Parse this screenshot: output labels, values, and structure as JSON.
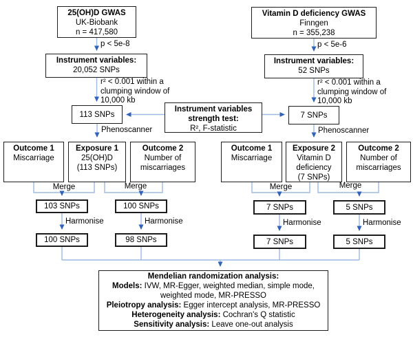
{
  "colors": {
    "connector_line": "#9db9e3",
    "arrowhead": "#3263b8",
    "box_border": "#1c1c1c",
    "background": "#ffffff",
    "text": "#000000"
  },
  "labels": {
    "merge": "Merge",
    "harmonise": "Harmonise",
    "phenoscanner": "Phenoscanner"
  },
  "left_branch": {
    "gwas_box": {
      "title": "25(OH)D GWAS",
      "line2": "UK-Biobank",
      "line3": "n = 417,580"
    },
    "p_threshold": "p < 5e-8",
    "iv_box": {
      "title": "Instrument variables:",
      "line2": "20,052 SNPs"
    },
    "clumping_note": "r² < 0.001 within a\nclumping window of\n10,000 kb",
    "clumped_box": "113 SNPs",
    "outcome1_box": {
      "title": "Outcome 1",
      "line2": "Miscarriage"
    },
    "exposure_box": {
      "title": "Exposure 1",
      "line2": "25(OH)D\n(113 SNPs)"
    },
    "outcome2_box": {
      "title": "Outcome 2",
      "line2": "Number of\nmiscarriages"
    },
    "merged1_box": "103 SNPs",
    "merged2_box": "100 SNPs",
    "harmonised1_box": "100 SNPs",
    "harmonised2_box": "98 SNPs"
  },
  "right_branch": {
    "gwas_box": {
      "title": "Vitamin D deficiency GWAS",
      "line2": "Finngen",
      "line3": "n = 355,238"
    },
    "p_threshold": "p < 5e-6",
    "iv_box": {
      "title": "Instrument variables:",
      "line2": "52 SNPs"
    },
    "clumping_note": "r² < 0.001 within a\nclumping window of\n10,000 kb",
    "clumped_box": "7 SNPs",
    "outcome1_box": {
      "title": "Outcome 1",
      "line2": "Miscarriage"
    },
    "exposure_box": {
      "title": "Exposure 2",
      "line2": "Vitamin D\ndeficiency\n(7 SNPs)"
    },
    "outcome2_box": {
      "title": "Outcome 2",
      "line2": "Number of\nmiscarriages"
    },
    "merged1_box": "7 SNPs",
    "merged2_box": "5 SNPs",
    "harmonised1_box": "7 SNPs",
    "harmonised2_box": "5 SNPs"
  },
  "strength_test_box": {
    "title": "Instrument variables\nstrength test:",
    "line2": "R², F-statistic"
  },
  "mr_box": {
    "title": "Mendelian randomization analysis:",
    "models_label": "Models:",
    "models_text": " IVW, MR-Egger, weighted median, simple mode,",
    "models_text2": "weighted mode, MR-PRESSO",
    "pleiotropy_label": "Pleiotropy analysis:",
    "pleiotropy_text": " Egger intercept analysis, MR-PRESSO",
    "heterogeneity_label": "Heterogeneity analysis:",
    "heterogeneity_text": " Cochran's Q statistic",
    "sensitivity_label": "Sensitivity analysis:",
    "sensitivity_text": " Leave one-out analysis"
  }
}
